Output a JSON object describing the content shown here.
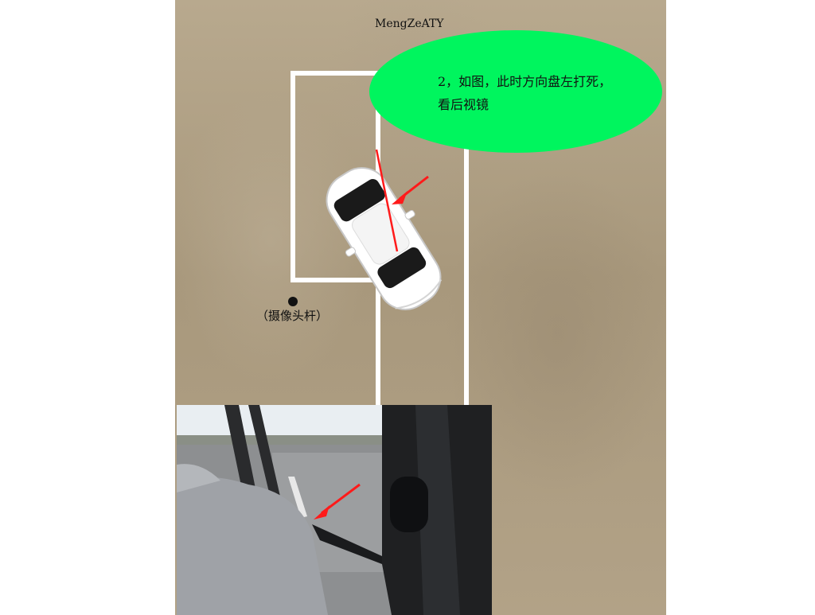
{
  "watermark": "MengZeATY",
  "callout": {
    "line1": "2，如图，此时方向盘左打死，",
    "line2": "看后视镜"
  },
  "camera_pole": {
    "label": "（摄像头杆）"
  },
  "colors": {
    "ground": "#b0a185",
    "lines": "#ffffff",
    "bubble": "#00f55e",
    "arrow": "#ff1a1a",
    "car_body": "#ffffff"
  },
  "icons": {
    "car": "car-top-view-icon",
    "pole": "camera-pole-dot-icon",
    "arrow": "red-arrow-icon"
  }
}
